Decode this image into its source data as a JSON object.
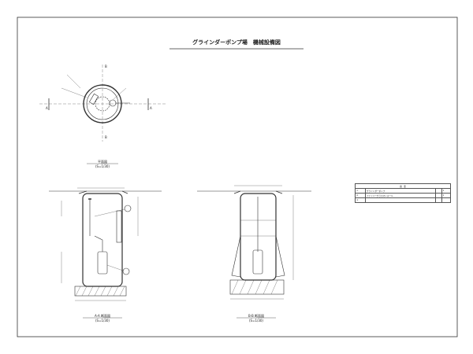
{
  "title": "グラインダーポンプ場　機械設備図",
  "views": {
    "plan": {
      "name": "平面図",
      "scale": "(S=1/30)"
    },
    "section_a": {
      "name": "A-A 断面図",
      "scale": "(S=1/30)"
    },
    "section_b": {
      "name": "B-B 断面図",
      "scale": "(S=1/30)"
    }
  },
  "section_markers": {
    "a": "A",
    "b": "B"
  },
  "table": {
    "header": "摘　要",
    "rows": [
      {
        "no": "①",
        "name": "グラインダーポンプ",
        "spec": "",
        "qty": "1"
      },
      {
        "no": "②",
        "name": "ファイバーグラスマンホール",
        "spec": "",
        "qty": "1"
      },
      {
        "no": "③",
        "name": "",
        "spec": "",
        "qty": ""
      }
    ]
  }
}
